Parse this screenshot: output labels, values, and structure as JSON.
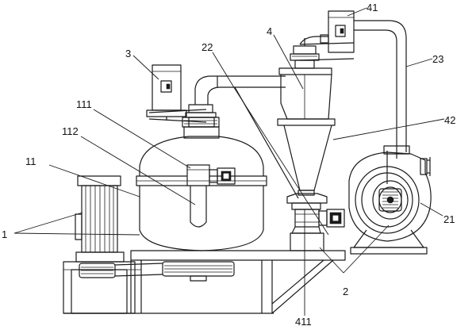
{
  "labels": {
    "l1": "1",
    "l2": "2",
    "l3": "3",
    "l4": "4",
    "l11": "11",
    "l111": "111",
    "l112": "112",
    "l21": "21",
    "l22": "22",
    "l23": "23",
    "l41": "41",
    "l42": "42",
    "l411": "411"
  }
}
